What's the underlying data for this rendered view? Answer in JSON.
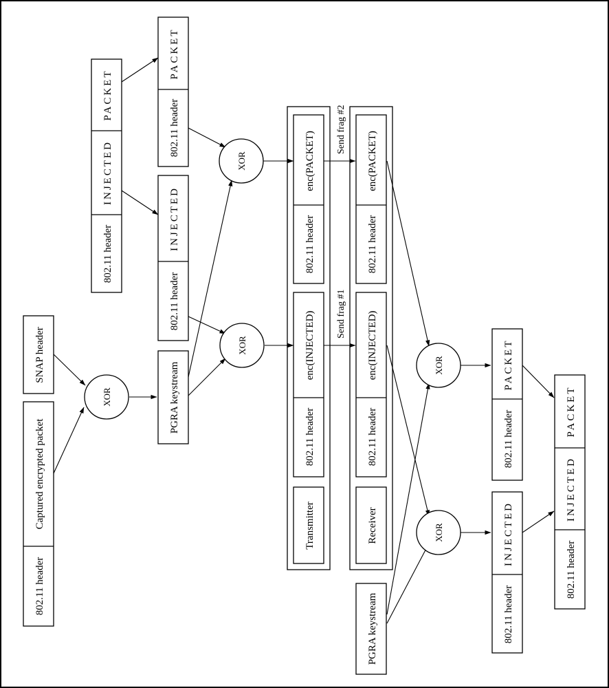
{
  "labels": {
    "header": "802.11 header",
    "captured_packet": "Captured encrypted packet",
    "snap_header": "SNAP header",
    "xor": "XOR",
    "pgra_keystream": "PGRA keystream",
    "packet": "PACKET",
    "injected": "INJECTED",
    "enc_injected": "enc(INJECTED)",
    "enc_packet": "enc(PACKET)",
    "transmitter": "Transmitter",
    "receiver": "Receiver",
    "send_frag_1": "Send frag #1",
    "send_frag_2": "Send frag #2"
  }
}
